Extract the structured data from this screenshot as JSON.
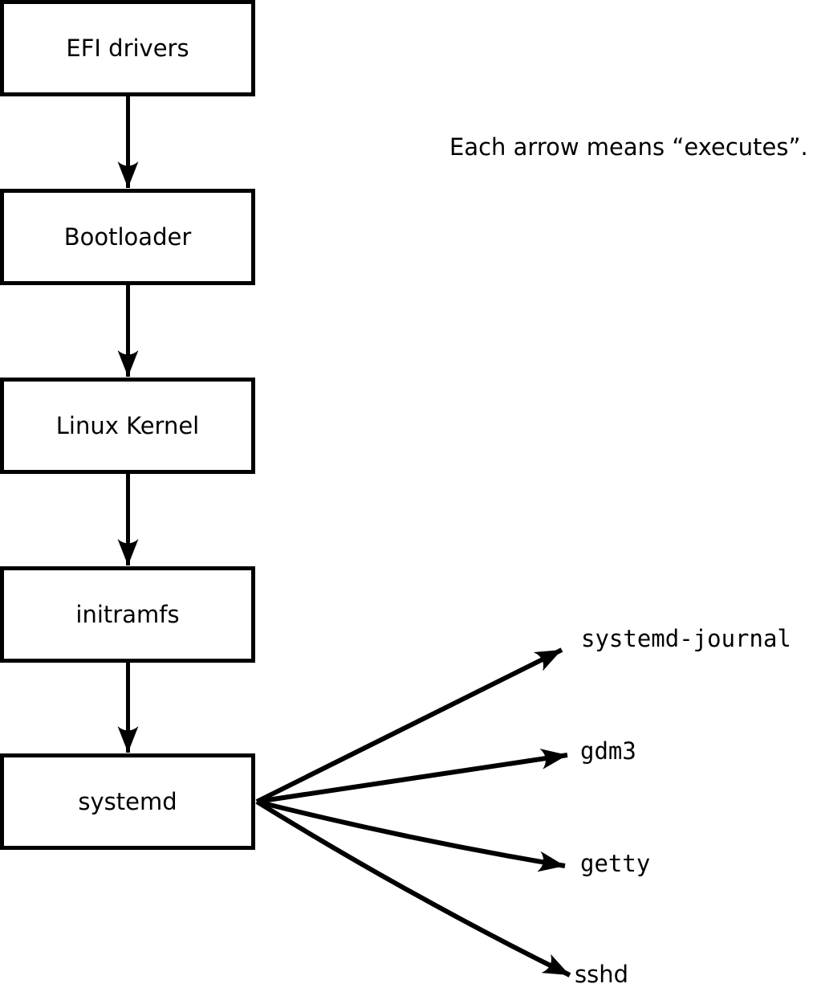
{
  "note": {
    "text": "Each arrow means “executes”."
  },
  "boxes": [
    {
      "label": "EFI drivers"
    },
    {
      "label": "Bootloader"
    },
    {
      "label": "Linux Kernel"
    },
    {
      "label": "initramfs"
    },
    {
      "label": "systemd"
    }
  ],
  "fan_targets": [
    {
      "label": "systemd-journal"
    },
    {
      "label": "gdm3"
    },
    {
      "label": "getty"
    },
    {
      "label": "sshd"
    }
  ],
  "colors": {
    "background": "#ffffff",
    "line": "#000000",
    "text": "#000000"
  },
  "chart_data": {
    "type": "table",
    "title": "Linux boot sequence diagram",
    "edges_meaning": "executes",
    "chain": [
      "EFI drivers",
      "Bootloader",
      "Linux Kernel",
      "initramfs",
      "systemd"
    ],
    "systemd_children": [
      "systemd-journal",
      "gdm3",
      "getty",
      "sshd"
    ]
  }
}
